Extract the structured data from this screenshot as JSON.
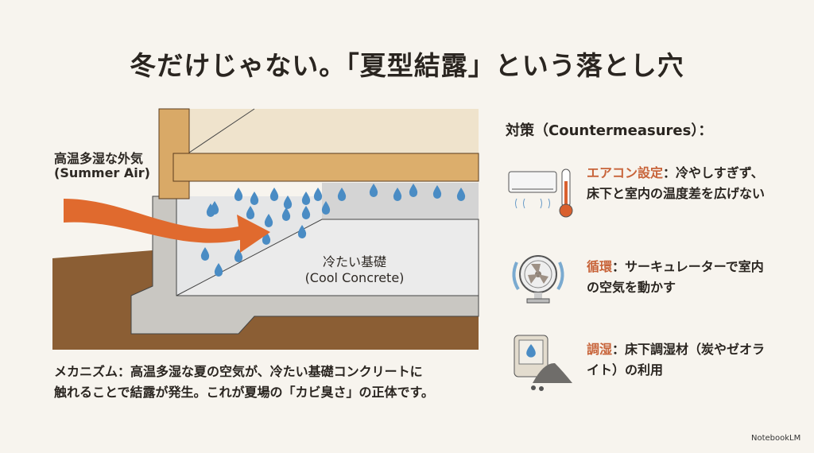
{
  "title": "冬だけじゃない。「夏型結露」という落とし穴",
  "illustration": {
    "air_label_jp": "高温多湿な外気",
    "air_label_en": "(Summer Air)",
    "concrete_label_jp": "冷たい基礎",
    "concrete_label_en": "(Cool Concrete)"
  },
  "caption": {
    "line1": "メカニズム：高温多湿な夏の空気が、冷たい基礎コンクリートに",
    "line2": "触れることで結露が発生。これが夏場の「カビ臭さ」の正体です。"
  },
  "countermeasures": {
    "heading": "対策（Countermeasures）：",
    "items": [
      {
        "icon": "air-conditioner-thermometer-icon",
        "key": "エアコン設定",
        "text": "：冷やしすぎず、床下と室内の温度差を広げない"
      },
      {
        "icon": "circulator-fan-icon",
        "key": "循環",
        "text": "：サーキュレーターで室内の空気を動かす"
      },
      {
        "icon": "dehumidifier-charcoal-icon",
        "key": "調湿",
        "text": "：床下調湿材（炭やゼオライト）の利用"
      }
    ]
  },
  "brand": "NotebookLM",
  "colors": {
    "accent": "#c8643a",
    "arrow": "#e06a2e",
    "water": "#4a8cc4",
    "soil": "#8b5e34",
    "wood": "#d9a967",
    "concrete": "#c9c7c2"
  }
}
